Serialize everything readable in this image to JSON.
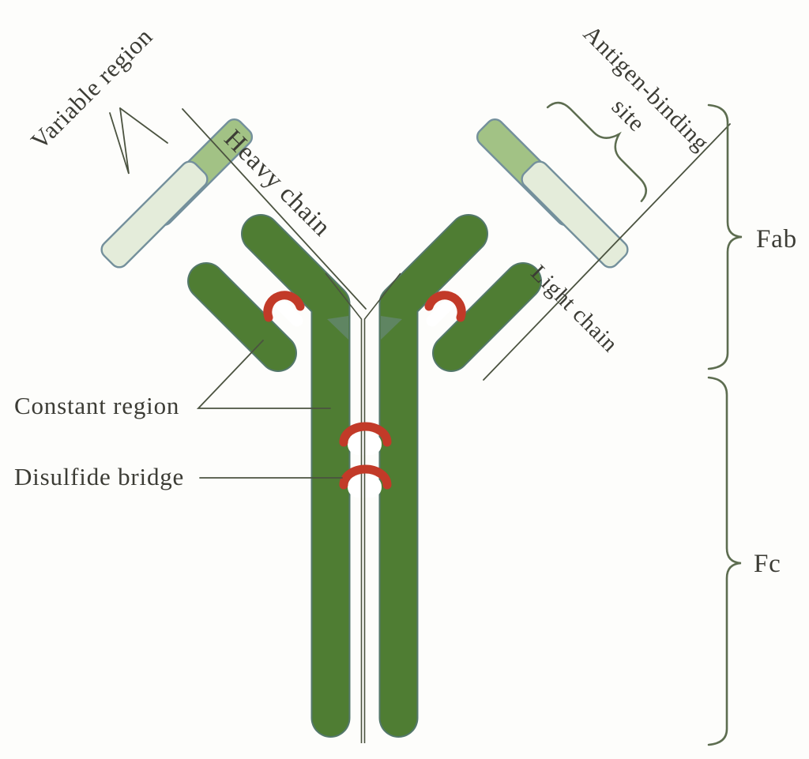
{
  "title": "Antibody (immunoglobulin) structure diagram",
  "labels": {
    "variable_region": "Variable region",
    "heavy_chain": "Heavy chain",
    "antigen_binding_line1": "Antigen-binding",
    "antigen_binding_line2": "site",
    "light_chain": "Light chain",
    "constant_region": "Constant region",
    "disulfide_bridge": "Disulfide bridge",
    "fab": "Fab",
    "fc": "Fc"
  },
  "colors": {
    "heavy_dark_green": "#4f7d33",
    "heavy_variable_green": "#a2c285",
    "light_variable_green": "#e4ecda",
    "disulfide_red": "#c23a28",
    "outline_slate": "#74909c",
    "bar_edge_teal": "#54786b",
    "text": "#3c3c35",
    "line": "#4b5340",
    "brace": "#5d6d50",
    "background": "#fdfdfb"
  }
}
